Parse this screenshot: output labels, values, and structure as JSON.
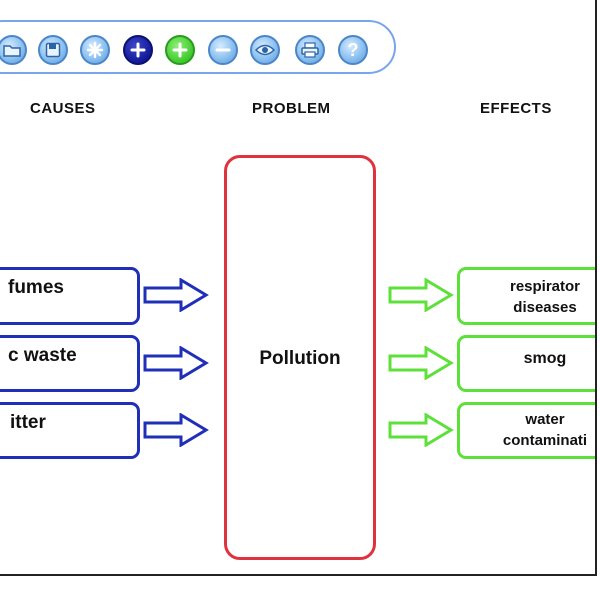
{
  "toolbar": {
    "buttons": [
      {
        "name": "folder-icon",
        "glyph": "▱"
      },
      {
        "name": "save-disk-icon",
        "glyph": "◘"
      },
      {
        "name": "asterisk-icon",
        "glyph": "✱"
      },
      {
        "name": "plus-navy-icon",
        "glyph": "+"
      },
      {
        "name": "plus-green-icon",
        "glyph": "+"
      },
      {
        "name": "minus-icon",
        "glyph": "−"
      },
      {
        "name": "eye-icon",
        "glyph": "◉"
      },
      {
        "name": "print-icon",
        "glyph": "▤"
      },
      {
        "name": "help-icon",
        "glyph": "?"
      }
    ]
  },
  "headings": {
    "causes": "CAUSES",
    "problem": "PROBLEM",
    "effects": "EFFECTS"
  },
  "causes": [
    "fumes",
    "c waste",
    "itter"
  ],
  "problem": "Pollution",
  "effects": [
    "respirator\ndiseases",
    "smog",
    "water\ncontaminati"
  ],
  "colors": {
    "causes": "#1f2fb8",
    "problem": "#e0323c",
    "effects": "#5ee03a",
    "toolbar_border": "#79a6ea"
  }
}
